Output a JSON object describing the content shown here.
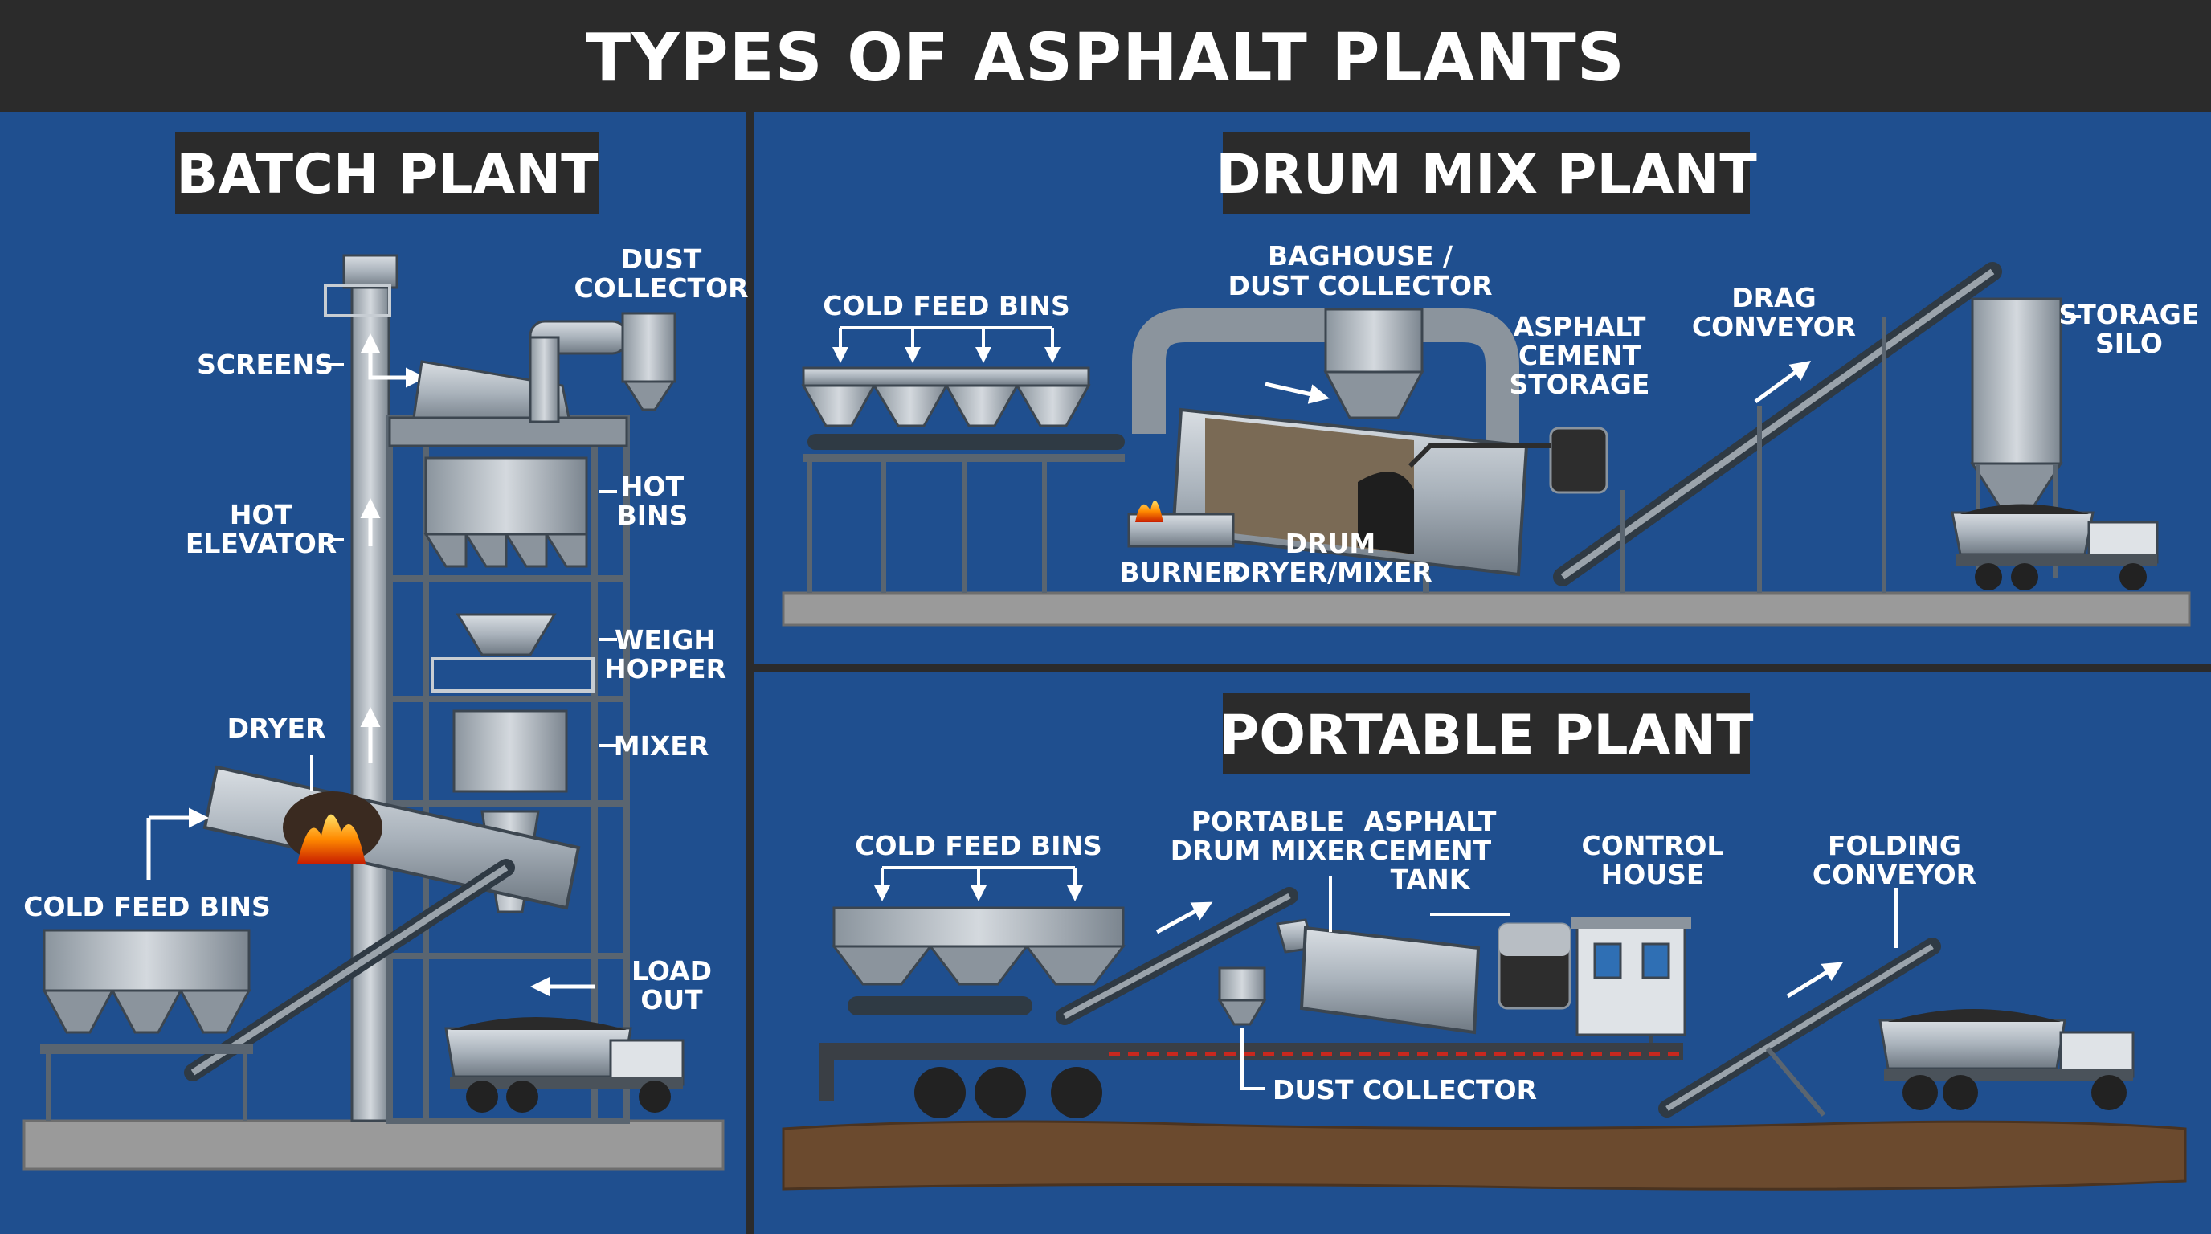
{
  "title": "TYPES OF ASPHALT PLANTS",
  "colors": {
    "background": "#1f4f8f",
    "header_bar": "#2b2b2b",
    "label_text": "#ffffff",
    "steel": "#a9b2bb",
    "ground": "#9a9a9a",
    "dirt": "#6b4a2e"
  },
  "batch_plant": {
    "title": "BATCH PLANT",
    "labels": {
      "dust_collector_1": "DUST",
      "dust_collector_2": "COLLECTOR",
      "screens": "SCREENS",
      "hot_bins_1": "HOT",
      "hot_bins_2": "BINS",
      "hot_elevator_1": "HOT",
      "hot_elevator_2": "ELEVATOR",
      "weigh_hopper_1": "WEIGH",
      "weigh_hopper_2": "HOPPER",
      "dryer": "DRYER",
      "mixer": "MIXER",
      "cold_feed_bins": "COLD FEED BINS",
      "load_out_1": "LOAD",
      "load_out_2": "OUT"
    }
  },
  "drum_mix_plant": {
    "title": "DRUM MIX PLANT",
    "labels": {
      "cold_feed_bins": "COLD FEED BINS",
      "baghouse_1": "BAGHOUSE /",
      "baghouse_2": "DUST COLLECTOR",
      "asphalt_cement_1": "ASPHALT",
      "asphalt_cement_2": "CEMENT",
      "asphalt_cement_3": "STORAGE",
      "drag_conveyor_1": "DRAG",
      "drag_conveyor_2": "CONVEYOR",
      "storage_silo_1": "STORAGE",
      "storage_silo_2": "SILO",
      "burner": "BURNER",
      "drum_1": "DRUM",
      "drum_2": "DRYER/MIXER"
    }
  },
  "portable_plant": {
    "title": "PORTABLE PLANT",
    "labels": {
      "cold_feed_bins": "COLD FEED BINS",
      "portable_mixer_1": "PORTABLE",
      "portable_mixer_2": "DRUM MIXER",
      "asphalt_tank_1": "ASPHALT",
      "asphalt_tank_2": "CEMENT",
      "asphalt_tank_3": "TANK",
      "control_house_1": "CONTROL",
      "control_house_2": "HOUSE",
      "folding_conveyor_1": "FOLDING",
      "folding_conveyor_2": "CONVEYOR",
      "dust_collector": "DUST COLLECTOR"
    }
  }
}
